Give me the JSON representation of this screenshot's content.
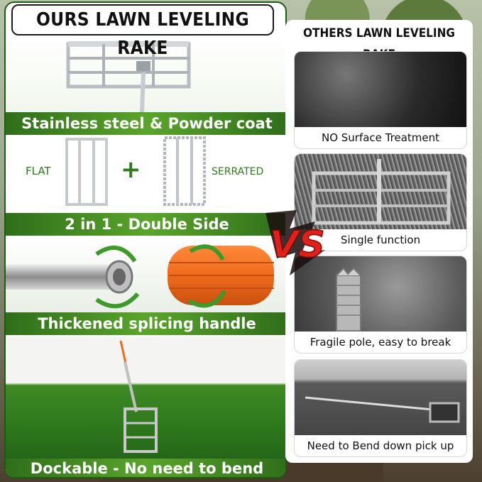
{
  "ours": {
    "title": "OURS LAWN LEVELING RAKE",
    "features": [
      "Stainless steel & Powder coat",
      "2 in 1 - Double Side",
      "Thickened splicing handle",
      "Dockable - No need to bend"
    ],
    "flat_label": "FLAT",
    "serrated_label": "SERRATED",
    "plus_symbol": "+"
  },
  "others": {
    "title": "OTHERS LAWN LEVELING RAKE",
    "captions": [
      "NO  Surface Treatment",
      "Single function",
      "Fragile pole, easy to break",
      "Need to Bend down pick up"
    ]
  },
  "vs_text": "VS",
  "colors": {
    "green_band": "#4c9a26",
    "vs_red": "#e0201a",
    "accent_orange": "#f06a1c"
  }
}
